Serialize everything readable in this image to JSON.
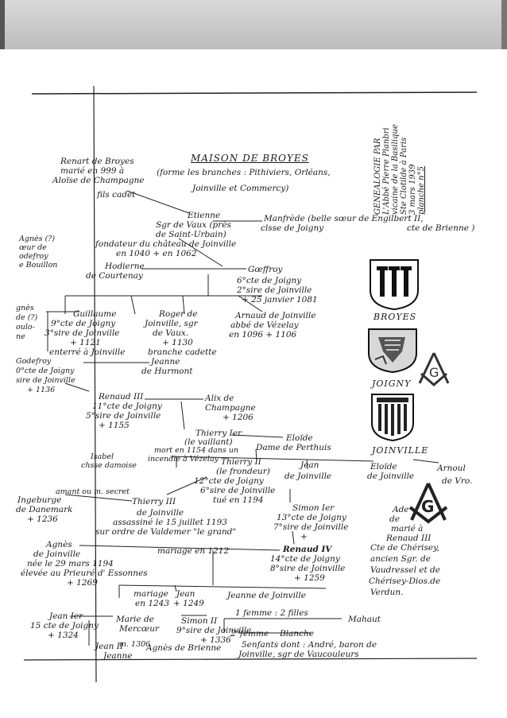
{
  "header": {
    "title": "MAISON DE BROYES",
    "subtitle_line1": "(forme les branches : Pithiviers, Orléans,",
    "subtitle_line2": "Joinville et Commercy)",
    "author_lines": [
      "GENEALOGIE PAR",
      "L'Abbé Pierre Planbri",
      "vicaine de la Basilique",
      "Ste Clotilde à Paris",
      "3 mars 1939",
      "planche n°5"
    ]
  },
  "people": {
    "renart_1": "Renart de Broyes",
    "renart_2": "marié en 999 à",
    "renart_3": "Aloïse de Champagne",
    "fils_cadet": "fils cadet",
    "etienne_1": "Etienne",
    "etienne_2": "Sgr de Vaux (près",
    "etienne_3": "de Saint-Urbain)",
    "etienne_4": "fondateur du château de Joinville",
    "etienne_5": "en 1040 + en 1062",
    "manfrede_1": "Manfrède (belle sœur de Engilbert II,",
    "manfrede_2": "clsse de Joigny",
    "manfrede_3": "cte de Brienne )",
    "agnes_left_1": "Agnès (?)",
    "agnes_left_2": "œur de",
    "agnes_left_3": "odefroy",
    "agnes_left_4": "e Bouillon",
    "hodierne_1": "Hodierne",
    "hodierne_2": "de Courtenay",
    "geoffroy_1": "Gœffroy",
    "geoffroy_2": "6°cte de Joigny",
    "geoffroy_3": "2°sire de Joinville",
    "geoffroy_4": "+ 25 janvier 1081",
    "left_frag_1": "gnès",
    "left_frag_2": "de (?)",
    "left_frag_3": "oulo-",
    "left_frag_4": "ne",
    "guillaume_1": "Guillaume",
    "guillaume_2": "9°cte de Joigny",
    "guillaume_3": "3°sire de Joinville",
    "guillaume_4": "+ 1121",
    "guillaume_5": "enterré à Joinville",
    "roger_1": "Roger de",
    "roger_2": "Joinville, sgr",
    "roger_3": "de Vaux.",
    "roger_4": "+ 1130",
    "roger_5": "branche cadette",
    "arnaud_1": "Arnaud de Joinville",
    "arnaud_2": "abbé de Vézelay",
    "arnaud_3": "en 1096 + 1106",
    "godefroy_1": "Godefroy",
    "godefroy_2": "0°cte de Joigny",
    "godefroy_3": "sire de Joinville",
    "godefroy_4": "+ 1136",
    "jeanne_hurmont_1": "Jeanne",
    "jeanne_hurmont_2": "de Hurmont",
    "renaud3_1": "Renaud III",
    "renaud3_2": "11°cte de Joigny",
    "renaud3_3": "5°sire de Joinville",
    "renaud3_4": "+ 1155",
    "alix_1": "Alix de",
    "alix_2": "Champagne",
    "alix_3": "+ 1206",
    "thierry1_1": "Thierry Ier",
    "thierry1_2": "(le vaillant)",
    "thierry1_3": "mort en 1154 dans un",
    "thierry1_4": "incendie à Vézelay",
    "isabel_1": "Isabel",
    "isabel_2": "chsse damoise",
    "eloide_1": "Eloïde",
    "eloide_2": "Dame de Perthuis",
    "joinville_caption": "JOINVILLE",
    "thierry2_1": "Thierry II",
    "thierry2_2": "(le frondeur)",
    "thierry2_3": "12°cte de Joigny",
    "thierry2_4": "6°sire de Joinville",
    "thierry2_5": "tué en 1194",
    "jean_joinville_1": "Jean",
    "jean_joinville_2": "de Joinville",
    "eloide2_1": "Eloïde",
    "eloide2_2": "de Joinville",
    "arnoul_1": "Arnoul",
    "arnoul_2": "de Vro.",
    "ingeburge_1": "Ingeburge",
    "ingeburge_2": "de Danemark",
    "ingeburge_3": "+ 1236",
    "amant_secret": "amant ou m. secret",
    "thierry3_1": "Thierry III",
    "thierry3_2": "de Joinville",
    "thierry3_3": "assassiné le 15 juillet 1193",
    "thierry3_4": "sur ordre de Valdemer \"le grand\"",
    "simon1_1": "Simon Ier",
    "simon1_2": "13°cte de Joigny",
    "simon1_3": "7°sire de Joinville",
    "simon1_4": "+",
    "ade_1": "Ade",
    "ade_2": "de",
    "ade_3": "marié à",
    "ade_4": "Renaud III",
    "agnes_1": "Agnès",
    "agnes_2": "de Joinville",
    "agnes_3": "née le 29 mars 1194",
    "agnes_4": "élevée au Prieuré d' Essonnes",
    "agnes_5": "+ 1269",
    "mariage_1212": "mariage en 1212",
    "renaud4_1": "Renaud IV",
    "renaud4_2": "14°cte de Joigny",
    "renaud4_3": "8°sire de Joinville",
    "renaud4_4": "+ 1259",
    "cherisey_1": "Cte de Chérisey,",
    "cherisey_2": "ancien Sgr. de",
    "cherisey_3": "Vaudressel et de",
    "cherisey_4": "Chérisey-Dios.de",
    "cherisey_5": "Verdun.",
    "mariage_1243_1": "mariage",
    "mariage_1243_2": "en 1243",
    "jean_1249_1": "Jean",
    "jean_1249_2": "+ 1249",
    "jeanne_joinville": "Jeanne de Joinville",
    "jean1_1": "Jean Ier",
    "jean1_2": "15 cte de Joigny",
    "jean1_3": "+ 1324",
    "marie_1": "Marie de",
    "marie_2": "Mercœur",
    "simon2_1": "Simon II",
    "simon2_2": "9°sire de Joinville",
    "simon2_3": "+ 1336",
    "premiere_femme": "1 femme : 2 filles",
    "mahaut": "Mahaut",
    "deuxieme_femme": "2°femme",
    "blanche": "Blanche",
    "jean2_1": "Jean II",
    "jean2_2": "m. 1306",
    "jean2_3": "Agnès de Brienne",
    "jeanne_bottom": "Jeanne",
    "cinq_enfants_1": "5enfants dont : André, baron de",
    "cinq_enfants_2": "Joinville, sgr de Vaucouleurs"
  },
  "blasons": {
    "broyes": "BROYES",
    "joigny": "JOIGNY",
    "joinville": "JOINVILLE"
  }
}
